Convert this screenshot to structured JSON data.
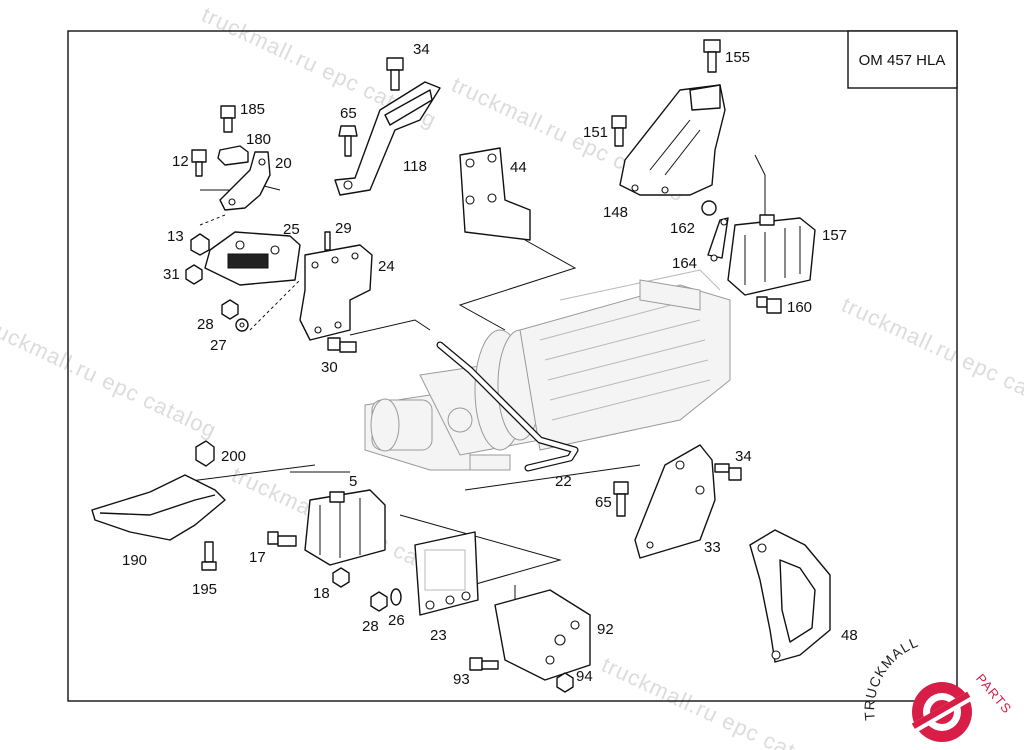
{
  "diagram": {
    "model_code": "OM 457 HLA",
    "watermark": "truckmall.ru epc catalog",
    "logo": {
      "top": "TRUCKMALL",
      "bottom": "PARTS",
      "accent": "#d81e46"
    }
  },
  "callouts": [
    "185",
    "180",
    "12",
    "20",
    "65",
    "34",
    "118",
    "44",
    "151",
    "155",
    "148",
    "162",
    "164",
    "157",
    "160",
    "13",
    "25",
    "29",
    "24",
    "31",
    "28",
    "27",
    "30",
    "22",
    "200",
    "5",
    "65",
    "33",
    "34",
    "190",
    "195",
    "17",
    "18",
    "28",
    "26",
    "23",
    "92",
    "93",
    "94",
    "48"
  ]
}
